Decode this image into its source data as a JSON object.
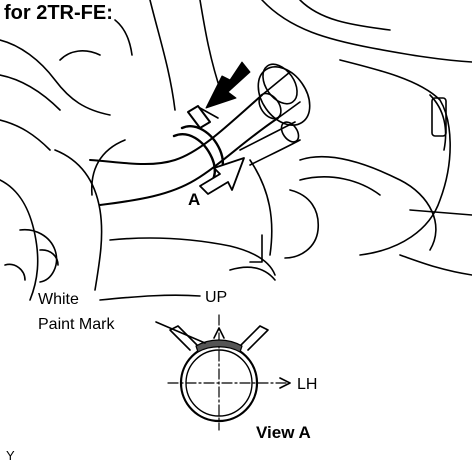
{
  "heading": "for 2TR-FE:",
  "labels": {
    "a": "A",
    "white": "White",
    "paint_mark": "Paint Mark",
    "up": "UP",
    "lh": "LH",
    "view_a": "View A",
    "corner_mark": "Y"
  },
  "colors": {
    "line": "#000000",
    "paint_mark_fill": "#555555",
    "background": "#ffffff"
  }
}
